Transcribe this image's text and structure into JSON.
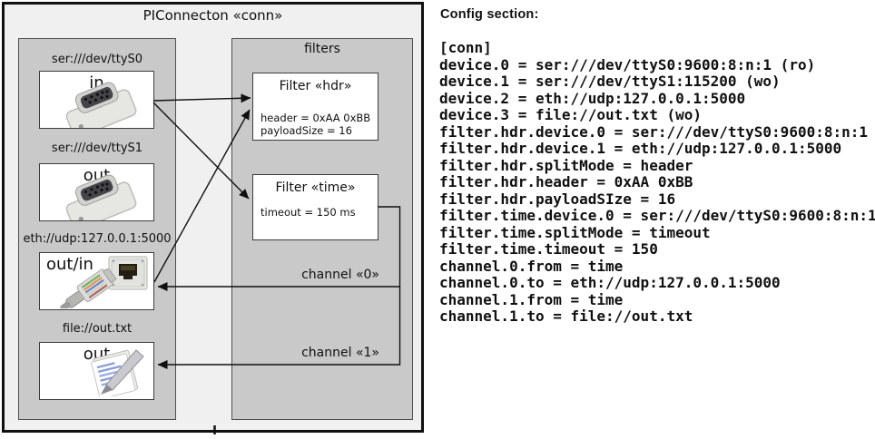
{
  "diagram": {
    "title": "PIConnecton «conn»",
    "devices": [
      {
        "label": "ser:///dev/ttyS0",
        "direction": "in",
        "icon": "serial-connector-icon"
      },
      {
        "label": "ser:///dev/ttyS1",
        "direction": "out",
        "icon": "serial-connector-icon"
      },
      {
        "label": "eth://udp:127.0.0.1:5000",
        "direction": "out/in",
        "icon": "ethernet-connector-icon"
      },
      {
        "label": "file://out.txt",
        "direction": "out",
        "icon": "notepad-icon"
      }
    ],
    "filters_panel": {
      "label": "filters",
      "filters": [
        {
          "title": "Filter «hdr»",
          "props": [
            "header = 0xAA 0xBB",
            "payloadSize = 16"
          ]
        },
        {
          "title": "Filter «time»",
          "props": [
            "timeout = 150 ms"
          ]
        }
      ]
    },
    "channels": [
      {
        "label": "channel «0»"
      },
      {
        "label": "channel «1»"
      }
    ],
    "connections": [
      {
        "from": "ser:///dev/ttyS0 (in)",
        "to": "Filter «hdr»"
      },
      {
        "from": "ser:///dev/ttyS0 (in)",
        "to": "Filter «time»"
      },
      {
        "from": "eth://udp:127.0.0.1:5000 (out/in)",
        "to": "Filter «hdr»"
      },
      {
        "from": "Filter «time»",
        "to": "eth://udp:127.0.0.1:5000",
        "via": "channel «0»"
      },
      {
        "from": "Filter «time»",
        "to": "file://out.txt",
        "via": "channel «1»"
      }
    ],
    "colors": {
      "panel_fill": "#c9c9c9",
      "frame_fill": "#f0f0f0",
      "box_fill": "#ffffff",
      "line": "#101010"
    }
  },
  "config": {
    "heading": "Config section:",
    "lines": [
      "[conn]",
      "device.0 = ser:///dev/ttyS0:9600:8:n:1 (ro)",
      "device.1 = ser:///dev/ttyS1:115200 (wo)",
      "device.2 = eth://udp:127.0.0.1:5000",
      "device.3 = file://out.txt (wo)",
      "filter.hdr.device.0 = ser:///dev/ttyS0:9600:8:n:1",
      "filter.hdr.device.1 = eth://udp:127.0.0.1:5000",
      "filter.hdr.splitMode = header",
      "filter.hdr.header = 0xAA 0xBB",
      "filter.hdr.payloadSIze = 16",
      "filter.time.device.0 = ser:///dev/ttyS0:9600:8:n:1",
      "filter.time.splitMode = timeout",
      "filter.time.timeout = 150",
      "channel.0.from = time",
      "channel.0.to = eth://udp:127.0.0.1:5000",
      "channel.1.from = time",
      "channel.1.to = file://out.txt"
    ]
  }
}
